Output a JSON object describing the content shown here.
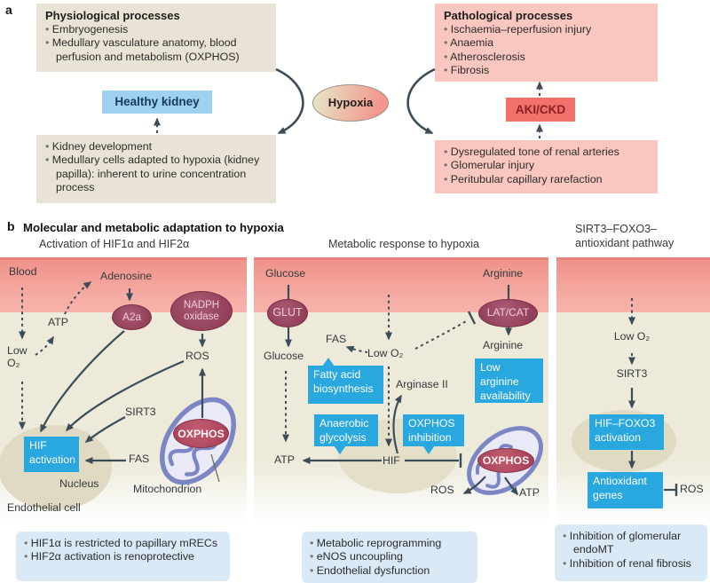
{
  "colors": {
    "beige_box": "#e8e3d4",
    "pink_box": "#f9c6c0",
    "healthy_blue": "#9ed1f0",
    "aki_red": "#f2716a",
    "callout_blue": "#29a8df",
    "info_blue": "#d9e9f6",
    "membrane_pink": "#ef928a",
    "cell_beige": "#edead9",
    "transporter_maroon": "#933f59",
    "mitochondrion_purple": "#7b86c3",
    "arrow_slate": "#3c4d57"
  },
  "panel_a": {
    "label": "a",
    "physiological": {
      "title": "Physiological processes",
      "bullets": [
        "Embryogenesis",
        "Medullary vasculature anatomy, blood perfusion and metabolism (OXPHOS)"
      ]
    },
    "pathological": {
      "title": "Pathological processes",
      "bullets": [
        "Ischaemia–reperfusion injury",
        "Anaemia",
        "Atherosclerosis",
        "Fibrosis"
      ]
    },
    "healthy_kidney": "Healthy kidney",
    "hypoxia": "Hypoxia",
    "aki_ckd": "AKI/CKD",
    "physiological_lower": {
      "bullets": [
        "Kidney development",
        "Medullary cells adapted to hypoxia (kidney papilla): inherent to urine concentration process"
      ]
    },
    "pathological_lower": {
      "bullets": [
        "Dysregulated tone of renal arteries",
        "Glomerular injury",
        "Peritubular capillary rarefaction"
      ]
    }
  },
  "panel_b": {
    "label": "b",
    "title": "Molecular and metabolic adaptation to hypoxia",
    "col1": {
      "title": "Activation of HIF1α and HIF2α",
      "blood": "Blood",
      "adenosine": "Adenosine",
      "a2a": "A2a",
      "nadph_oxidase": "NADPH oxidase",
      "atp": "ATP",
      "low_o2": "Low O₂",
      "ros": "ROS",
      "sirt3": "SIRT3",
      "fas": "FAS",
      "hif_activation": "HIF activation",
      "nucleus": "Nucleus",
      "oxphos": "OXPHOS",
      "mitochondrion": "Mitochondrion",
      "endothelial_cell": "Endothelial cell",
      "notes": [
        "HIF1α is restricted to papillary mRECs",
        "HIF2α activation is renoprotective"
      ]
    },
    "col2": {
      "title": "Metabolic response to hypoxia",
      "glucose_blood": "Glucose",
      "glut": "GLUT",
      "glucose_cell": "Glucose",
      "fas": "FAS",
      "low_o2": "Low O₂",
      "fatty_acid": "Fatty acid biosynthesis",
      "arginase": "Arginase II",
      "anaerobic": "Anaerobic glycolysis",
      "oxphos_inhibition": "OXPHOS inhibition",
      "atp": "ATP",
      "hif": "HIF",
      "arginine_blood": "Arginine",
      "lat_cat": "LAT/CAT",
      "arginine_cell": "Arginine",
      "low_arginine": "Low arginine availability",
      "oxphos": "OXPHOS",
      "ros": "ROS",
      "atp_mito": "ATP",
      "notes": [
        "Metabolic reprogramming",
        "eNOS uncoupling",
        "Endothelial dysfunction"
      ]
    },
    "col3": {
      "title": "SIRT3–FOXO3– antioxidant pathway",
      "low_o2": "Low O₂",
      "sirt3": "SIRT3",
      "hif_foxo3": "HIF–FOXO3 activation",
      "antioxidant_genes": "Antioxidant genes",
      "ros": "ROS",
      "notes": [
        "Inhibition of glomerular endoMT",
        "Inhibition of renal fibrosis"
      ]
    }
  }
}
